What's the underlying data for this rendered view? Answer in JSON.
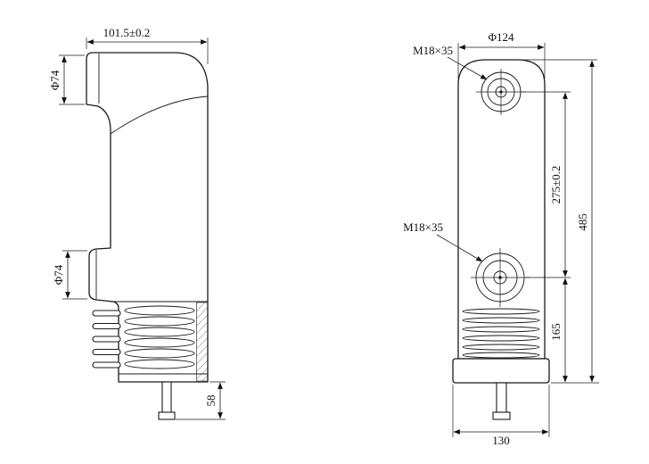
{
  "colors": {
    "line": "#1a1a1a",
    "background": "#ffffff"
  },
  "left_view": {
    "dim_top_width": "101.5±0.2",
    "dim_upper_terminal_dia": "Φ74",
    "dim_lower_terminal_dia": "Φ74",
    "dim_stem_length": "58"
  },
  "right_view": {
    "dim_top_dia": "Φ124",
    "dim_upper_thread": "M18×35",
    "dim_lower_thread": "M18×35",
    "dim_center_distance": "275±0.2",
    "dim_total_height": "485",
    "dim_lower_section": "165",
    "dim_base_width": "130"
  }
}
